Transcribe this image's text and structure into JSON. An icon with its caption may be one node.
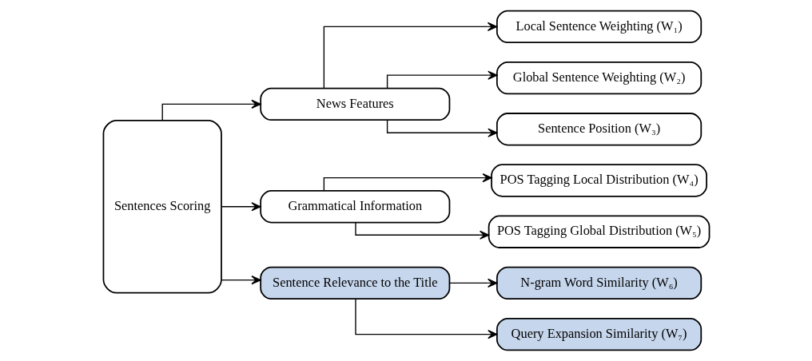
{
  "diagram": {
    "nodes": [
      {
        "text": [
          "Sentences Scoring"
        ]
      },
      {
        "text": [
          "News Features"
        ]
      },
      {
        "text": [
          "Grammatical Information"
        ]
      },
      {
        "text": [
          "Sentence Relevance to the Title"
        ]
      },
      {
        "text": [
          "Local Sentence Weighting (W₁)"
        ]
      },
      {
        "text": [
          "Global Sentence Weighting (W₂)"
        ]
      },
      {
        "text": [
          "Sentence Position (W₃)"
        ]
      },
      {
        "text": [
          "POS Tagging Local Distribution (W₄)"
        ]
      },
      {
        "text": [
          "POS Tagging Global Distribution (W₅)"
        ]
      },
      {
        "text": [
          "N-gram Word Similarity (W₆)"
        ]
      },
      {
        "text": [
          "Query Expansion Similarity (W₇)"
        ]
      }
    ],
    "edges": [
      {
        "from": 0,
        "to": 1,
        "arrow": "to"
      },
      {
        "from": 0,
        "to": 2,
        "arrow": "to"
      },
      {
        "from": 0,
        "to": 3,
        "arrow": "to"
      },
      {
        "from": 1,
        "to": 4,
        "arrow": "to"
      },
      {
        "from": 1,
        "to": 5,
        "arrow": "to"
      },
      {
        "from": 1,
        "to": 6,
        "arrow": "to"
      },
      {
        "from": 2,
        "to": 7,
        "arrow": "to"
      },
      {
        "from": 2,
        "to": 8,
        "arrow": "to"
      },
      {
        "from": 3,
        "to": 9,
        "arrow": "to"
      },
      {
        "from": 3,
        "to": 10,
        "arrow": "to"
      }
    ]
  }
}
